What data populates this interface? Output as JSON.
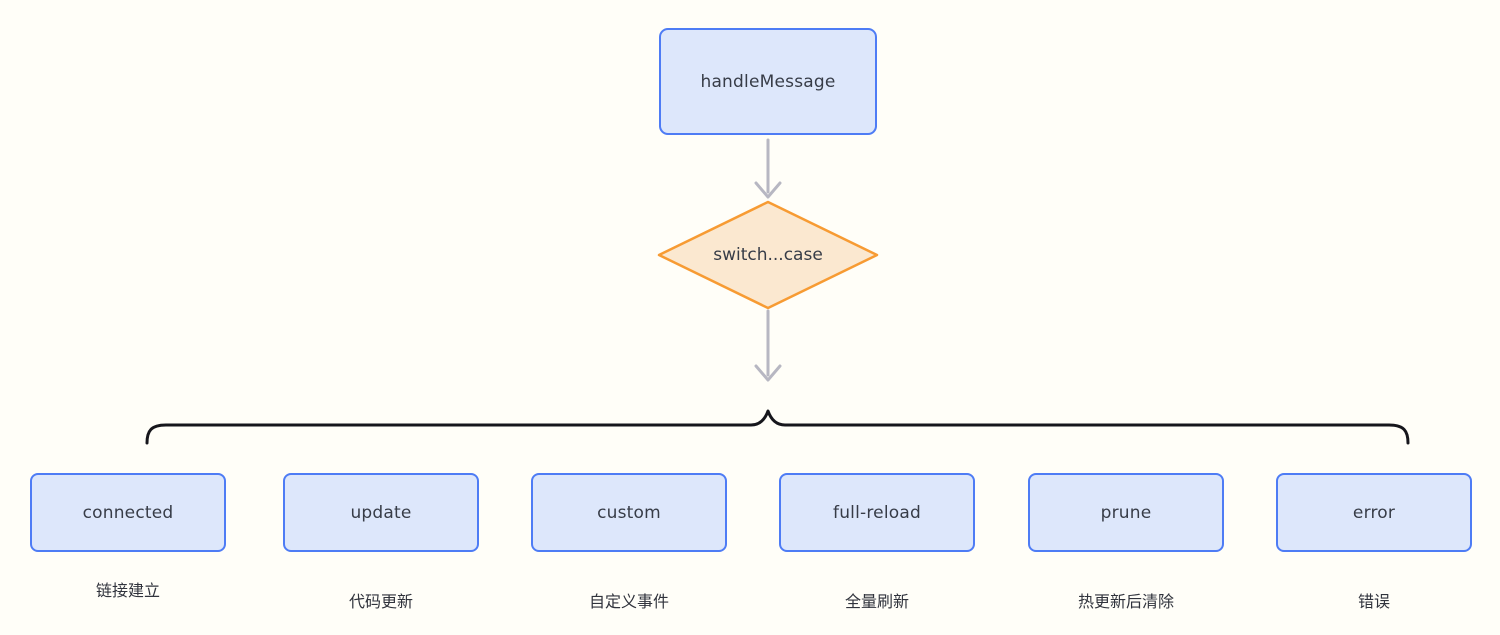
{
  "diagram": {
    "root": {
      "label": "handleMessage"
    },
    "decision": {
      "label": "switch...case"
    },
    "branches": [
      {
        "label": "connected",
        "caption": "链接建立"
      },
      {
        "label": "update",
        "caption": "代码更新"
      },
      {
        "label": "custom",
        "caption": "自定义事件"
      },
      {
        "label": "full-reload",
        "caption": "全量刷新"
      },
      {
        "label": "prune",
        "caption": "热更新后清除"
      },
      {
        "label": "error",
        "caption": "错误"
      }
    ],
    "colors": {
      "background": "#fffef8",
      "node_fill": "#dde7fb",
      "node_border": "#4e7cf5",
      "decision_fill": "#fbe8d0",
      "decision_border": "#f79b33",
      "arrow": "#b7b7c2",
      "brace": "#16161c",
      "text": "#373c47",
      "caption_text": "#30333c"
    }
  }
}
